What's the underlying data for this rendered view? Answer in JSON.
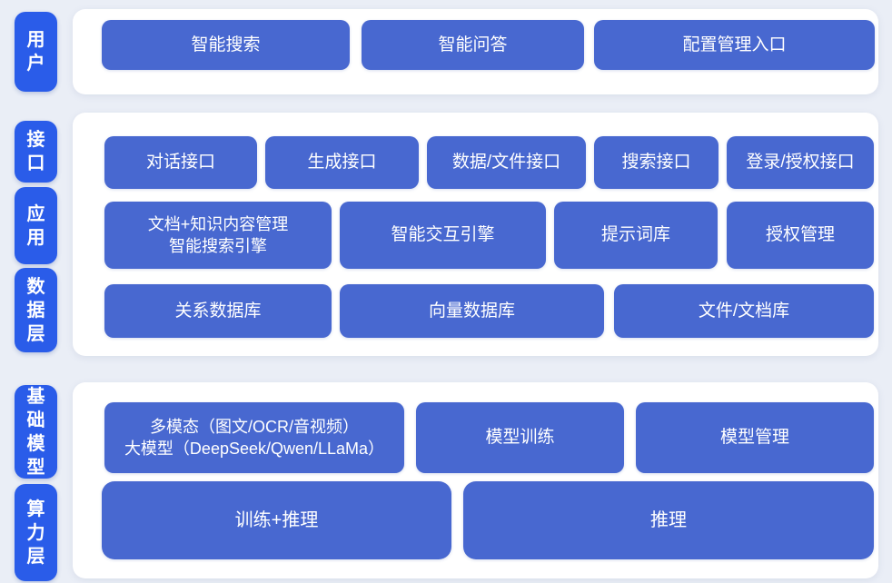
{
  "colors": {
    "page_bg": "#eaeef6",
    "panel_bg": "#ffffff",
    "pill_bg": "#2a5ce9",
    "node_bg": "#4868d0",
    "node_text": "#ffffff"
  },
  "pills": [
    "用户",
    "接口",
    "应用",
    "数据层",
    "基础模型",
    "算力层"
  ],
  "rows": {
    "user": [
      "智能搜索",
      "智能问答",
      "配置管理入口"
    ],
    "interface": [
      "对话接口",
      "生成接口",
      "数据/文件接口",
      "搜索接口",
      "登录/授权接口"
    ],
    "application": [
      "文档+知识内容管理\n智能搜索引擎",
      "智能交互引擎",
      "提示词库",
      "授权管理"
    ],
    "data": [
      "关系数据库",
      "向量数据库",
      "文件/文档库"
    ],
    "model": [
      "多模态（图文/OCR/音视频）\n大模型（DeepSeek/Qwen/LLaMa）",
      "模型训练",
      "模型管理"
    ],
    "compute": [
      "训练+推理",
      "推理"
    ]
  }
}
